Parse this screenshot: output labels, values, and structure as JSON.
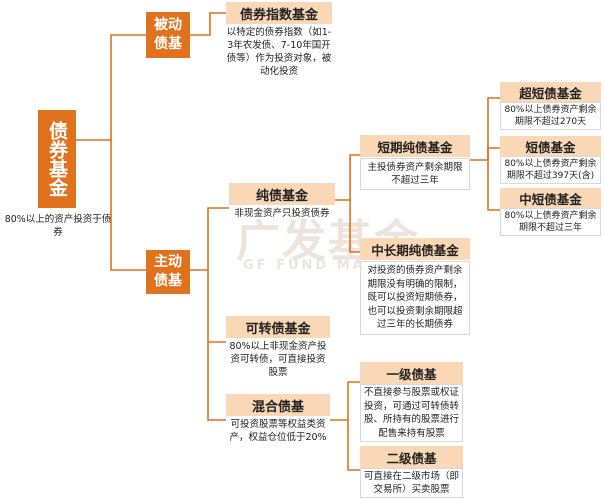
{
  "watermark": {
    "cn": "广发基金",
    "en": "GF FUND MA"
  },
  "root": {
    "title": "债券基金",
    "desc": "80%以上的资产投资于债券"
  },
  "passive": {
    "title": "被动债基",
    "index_fund": {
      "title": "债券指数基金",
      "desc": "以特定的债券指数（如1-3年农发债、7-10年国开债等）作为投资对象，被动化投资"
    }
  },
  "active": {
    "title": "主动债基",
    "pure": {
      "title": "纯债基金",
      "desc": "非现金资产只投资债券",
      "short_term": {
        "title": "短期纯债基金",
        "desc": "主投债券资产剩余期限不超过三年",
        "ultra_short": {
          "title": "超短债基金",
          "desc": "80%以上债券资产剩余期限不超过270天"
        },
        "short": {
          "title": "短债基金",
          "desc": "80%以上债券资产剩余期限不超过397天(含)"
        },
        "mid_short": {
          "title": "中短债基金",
          "desc": "80%以上债券资产剩余期限不超过三年"
        }
      },
      "mid_long": {
        "title": "中长期纯债基金",
        "desc": "对投资的债券资产剩余期限没有明确的限制，既可以投资短期债券，也可以投资剩余期限超过三年的长期债券"
      }
    },
    "convertible": {
      "title": "可转债基金",
      "desc": "80%以上非现金资产投资可转债，可直接投资股票"
    },
    "mixed": {
      "title": "混合债基",
      "desc": "可投资股票等权益类资产，权益仓位低于20%",
      "level1": {
        "title": "一级债基",
        "desc": "不直接参与股票或权证投资，可通过可转债转股、所持有的股票进行配售来持有股票"
      },
      "level2": {
        "title": "二级债基",
        "desc": "可直接在二级市场（即交易所）买卖股票"
      }
    }
  }
}
